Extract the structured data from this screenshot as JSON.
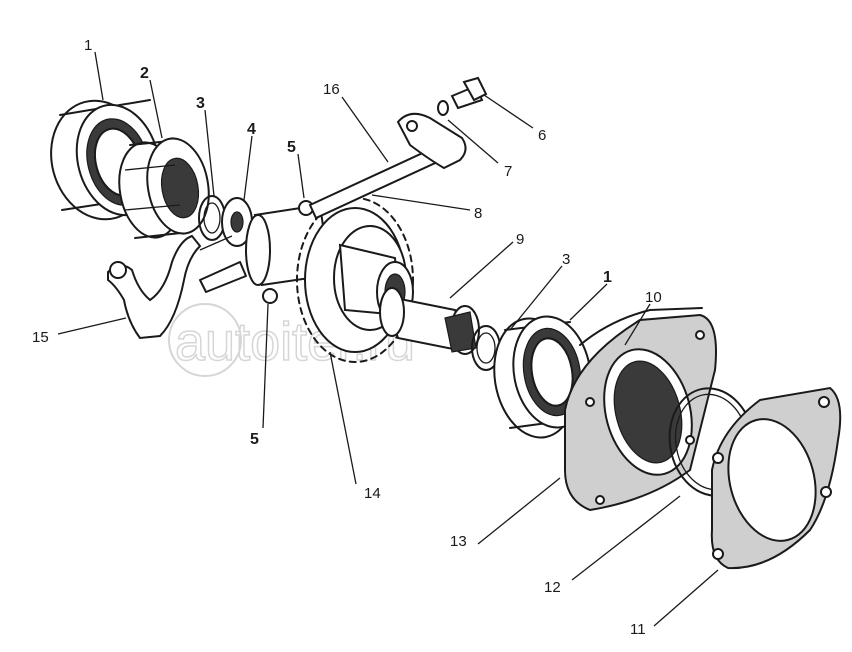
{
  "watermark": {
    "text": "autoiter.ru"
  },
  "callouts": [
    {
      "id": "1",
      "text": "1",
      "bold": false
    },
    {
      "id": "2",
      "text": "2",
      "bold": true
    },
    {
      "id": "3",
      "text": "3",
      "bold": true
    },
    {
      "id": "4",
      "text": "4",
      "bold": true
    },
    {
      "id": "5",
      "text": "5",
      "bold": true
    },
    {
      "id": "16",
      "text": "16",
      "bold": false
    },
    {
      "id": "6",
      "text": "6",
      "bold": false
    },
    {
      "id": "7",
      "text": "7",
      "bold": false
    },
    {
      "id": "8",
      "text": "8",
      "bold": false
    },
    {
      "id": "9",
      "text": "9",
      "bold": false
    },
    {
      "id": "3b",
      "text": "3",
      "bold": false
    },
    {
      "id": "1b",
      "text": "1",
      "bold": true
    },
    {
      "id": "10",
      "text": "10",
      "bold": false
    },
    {
      "id": "15",
      "text": "15",
      "bold": false
    },
    {
      "id": "5b",
      "text": "5",
      "bold": true
    },
    {
      "id": "14",
      "text": "14",
      "bold": false
    },
    {
      "id": "13",
      "text": "13",
      "bold": false
    },
    {
      "id": "12",
      "text": "12",
      "bold": false
    },
    {
      "id": "11",
      "text": "11",
      "bold": false
    }
  ]
}
